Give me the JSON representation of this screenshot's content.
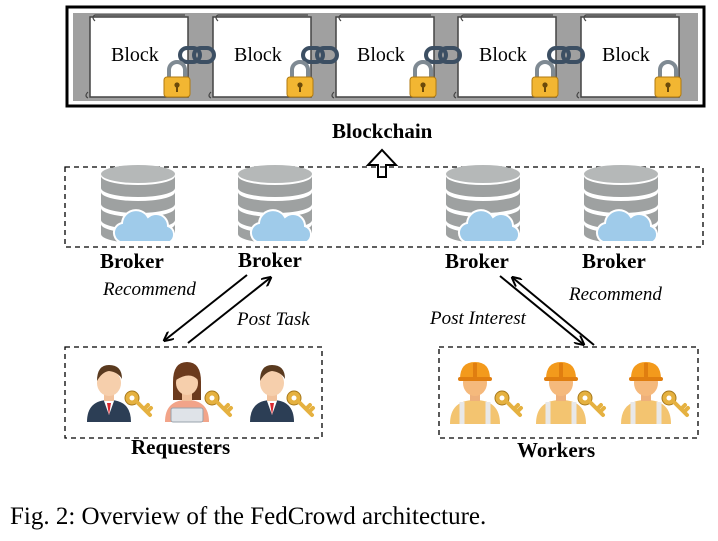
{
  "blockchain": {
    "title": "Blockchain",
    "blocks": [
      "Block",
      "Block",
      "Block",
      "Block",
      "Block"
    ]
  },
  "brokers": {
    "labels": [
      "Broker",
      "Broker",
      "Broker",
      "Broker"
    ]
  },
  "flows": {
    "left_recommend": "Recommend",
    "post_task": "Post Task",
    "post_interest": "Post Interest",
    "right_recommend": "Recommend"
  },
  "groups": {
    "requesters": "Requesters",
    "workers": "Workers"
  },
  "caption": "Fig. 2: Overview of the FedCrowd architecture.",
  "colors": {
    "db_gray": "#9ea1a1",
    "cloud_blue": "#9fcbea",
    "lock_gold": "#f2b632",
    "chain_blue": "#3c4f63",
    "helmet_orange": "#f39a1c",
    "key_gold": "#e5b140"
  }
}
